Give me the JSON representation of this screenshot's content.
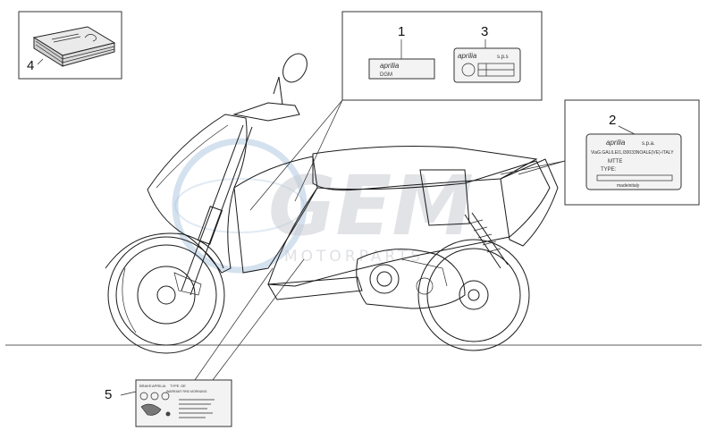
{
  "callouts": {
    "c1": "1",
    "c2": "2",
    "c3": "3",
    "c4": "4",
    "c5": "5"
  },
  "label1": {
    "brand": "aprilia",
    "model": "DGM"
  },
  "label3": {
    "brand": "aprilia",
    "suffix": "s.p.s"
  },
  "label2": {
    "brand": "aprilia",
    "suffix": "s.p.a.",
    "address": "ViaG.GALILEI1,I30033NOALE(VE)-ITALY",
    "mtte": "MTTE",
    "type": "TYPE:",
    "made_in": "madeinitaly"
  },
  "label5": {
    "col1": "BRAKE",
    "col2": "APRILIA",
    "col3": "TYPE",
    "col4": "OE",
    "row2": "WARRANT   RHD   MORNUNG"
  },
  "watermark": {
    "logo": "GEM",
    "sub": "MOTORPARTS"
  },
  "colors": {
    "line": "#1a1a1a",
    "box_fill": "#f3f3f3",
    "watermark": "#c9cdd3",
    "watermark_blue": "#a9c3de"
  }
}
